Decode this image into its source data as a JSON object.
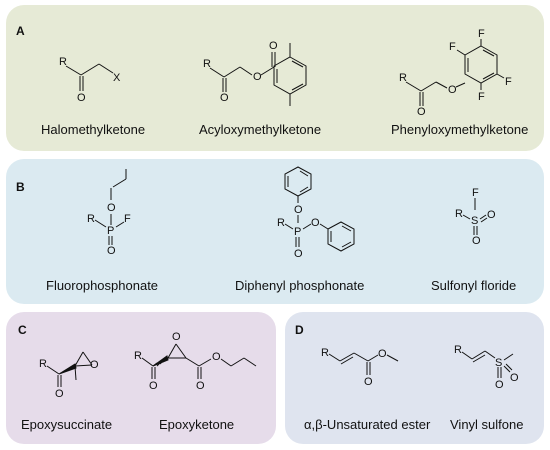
{
  "panels": {
    "a": {
      "label": "A",
      "molecules": [
        {
          "name": "Halomethylketone",
          "atoms": {
            "r": "R",
            "o": "O",
            "x": "X"
          }
        },
        {
          "name": "Acyloxymethylketone",
          "atoms": {
            "r": "R",
            "o1": "O",
            "o2": "O",
            "o3": "O"
          }
        },
        {
          "name": "Phenyloxymethylketone",
          "atoms": {
            "r": "R",
            "o1": "O",
            "o2": "O",
            "f1": "F",
            "f2": "F",
            "f3": "F",
            "f4": "F"
          }
        }
      ]
    },
    "b": {
      "label": "B",
      "molecules": [
        {
          "name": "Fluorophosphonate",
          "atoms": {
            "r": "R",
            "p": "P",
            "f": "F",
            "o1": "O",
            "o2": "O"
          }
        },
        {
          "name": "Diphenyl phosphonate",
          "atoms": {
            "r": "R",
            "p": "P",
            "o1": "O",
            "o2": "O",
            "o3": "O"
          }
        },
        {
          "name": "Sulfonyl floride",
          "atoms": {
            "r": "R",
            "s": "S",
            "f": "F",
            "o1": "O",
            "o2": "O"
          }
        }
      ]
    },
    "c": {
      "label": "C",
      "molecules": [
        {
          "name": "Epoxysuccinate",
          "atoms": {
            "r": "R",
            "o1": "O",
            "o2": "O"
          }
        },
        {
          "name": "Epoxyketone",
          "atoms": {
            "r": "R",
            "o1": "O",
            "o2": "O",
            "o3": "O",
            "o4": "O"
          }
        }
      ]
    },
    "d": {
      "label": "D",
      "molecules": [
        {
          "name": "α,β-Unsaturated ester",
          "atoms": {
            "r": "R",
            "o1": "O",
            "o2": "O"
          }
        },
        {
          "name": "Vinyl sulfone",
          "atoms": {
            "r": "R",
            "s": "S",
            "o1": "O",
            "o2": "O"
          }
        }
      ]
    }
  }
}
